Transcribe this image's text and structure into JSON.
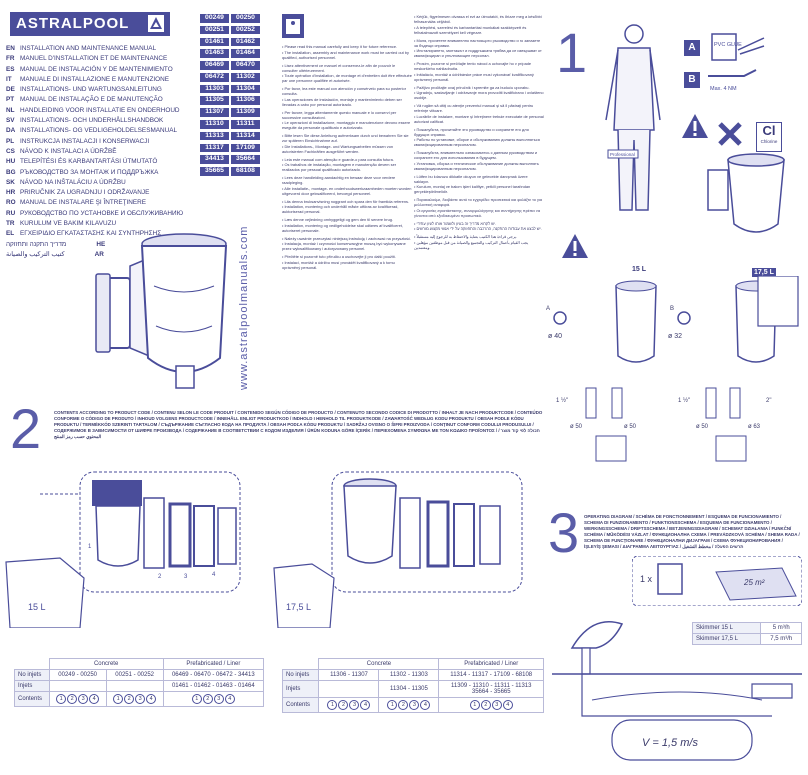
{
  "brand": "ASTRALPOOL",
  "languages": [
    {
      "code": "EN",
      "title": "INSTALLATION AND MAINTENANCE MANUAL"
    },
    {
      "code": "FR",
      "title": "MANUEL D'INSTALLATION ET DE MAINTENANCE"
    },
    {
      "code": "ES",
      "title": "MANUAL DE INSTALACIÓN Y DE MANTENIMIENTO"
    },
    {
      "code": "IT",
      "title": "MANUALE DI INSTALLAZIONE E MANUTENZIONE"
    },
    {
      "code": "DE",
      "title": "INSTALLATIONS- UND WARTUNGSANLEITUNG"
    },
    {
      "code": "PT",
      "title": "MANUAL DE INSTALAÇÃO E DE MANUTENÇÃO"
    },
    {
      "code": "NL",
      "title": "HANDLEIDING VOOR INSTALLATIE EN ONDERHOUD"
    },
    {
      "code": "SV",
      "title": "INSTALLATIONS- OCH UNDERHÅLLSHANDBOK"
    },
    {
      "code": "DA",
      "title": "INSTALLATIONS- OG VEDLIGEHOLDELSESMANUAL"
    },
    {
      "code": "PL",
      "title": "INSTRUKCJA INSTALACJI I KONSERWACJI"
    },
    {
      "code": "CS",
      "title": "NÁVOD K INSTALACI A ÚDRŽBĚ"
    },
    {
      "code": "HU",
      "title": "TELEPÍTÉSI ÉS KARBANTARTÁSI ÚTMUTATÓ"
    },
    {
      "code": "BG",
      "title": "РЪКОВОДСТВО ЗА МОНТАЖ И ПОДДРЪЖКА"
    },
    {
      "code": "SK",
      "title": "NÁVOD NA INŠTALÁCIU A ÚDRŽBU"
    },
    {
      "code": "HR",
      "title": "PRIRUČNIK ZA UGRADNJU I ODRŽAVANJE"
    },
    {
      "code": "RO",
      "title": "MANUAL DE INSTALARE ŞI ÎNTREŢINERE"
    },
    {
      "code": "RU",
      "title": "РУКОВОДСТВО ПО УСТАНОВКЕ И ОБСЛУЖИВАНИЮ"
    },
    {
      "code": "TR",
      "title": "KURULUM VE BAKIM KILAVUZU"
    },
    {
      "code": "EL",
      "title": "ΕΓΧΕΙΡΙΔΙΟ ΕΓΚΑΤΑΣΤΑΣΗΣ ΚΑΙ ΣΥΝΤΗΡΗΣΗΣ"
    },
    {
      "code": "HE",
      "title": "מדריך התקנה ותחזוקה"
    },
    {
      "code": "AR",
      "title": "كتيب التركيب والصيانة"
    }
  ],
  "codes": [
    [
      "00249",
      "00250"
    ],
    [
      "00251",
      "00252"
    ],
    [
      "01461",
      "01462"
    ],
    [
      "01463",
      "01464"
    ],
    [
      "06469",
      "06470"
    ],
    [
      "06472",
      "11302"
    ],
    [
      "11303",
      "11304"
    ],
    [
      "11305",
      "11306"
    ],
    [
      "11307",
      "11309"
    ],
    [
      "11310",
      "11311"
    ],
    [
      "11313",
      "11314"
    ],
    [
      "11317",
      "17109"
    ],
    [
      "34413",
      "35664"
    ],
    [
      "35665",
      "68108"
    ]
  ],
  "website": "www.astralpoolmanuals.com",
  "safety_text_col1": [
    "• Please read this manual carefully and keep it for future reference.",
    "• The installation, assembly and maintenance work must be carried out by qualified, authorised personnel.",
    "• Lisez attentivement ce manuel et conservez-le afin de pouvoir le consulter ultérieurement.",
    "• Toute opération d'installation, de montage et d'entretien doit être effectuée par une personne qualifiée et autorisée.",
    "• Por favor, lea este manual con atención y consérvelo para su posterior consulta.",
    "• Las operaciones de instalación, montaje y mantenimiento deben ser llevadas a cabo por personal autorizado.",
    "• Per favore, legga attentamente questo manuale e lo conservi per successive consultazioni.",
    "• Le operazioni di installazione, montaggio e manutenzione devono essere eseguite da personale qualificato e autorizzato.",
    "• Bitte lesen Sie diese Anleitung aufmerksam durch und bewahren Sie sie zur späteren Einsichtnahme auf.",
    "• Die Installations-, Montage- und Wartungsarbeiten müssen von autorisierten Fachkräften ausgeführt werden.",
    "• Leia este manual com atenção e guarde-o para consulta futura.",
    "• Os trabalhos de instalação, montagem e manutenção devem ser realizados por pessoal qualificado autorizado.",
    "• Lees deze handleiding aandachtig en bewaar deze voor verdere raadpleging.",
    "• Alle installatie-, montage- en onderhoudswerkzaamheden moeten worden uitgevoerd door gekwalificeerd, bevoegd personeel.",
    "• Läs denna bruksanvisning noggrant och spara den för framtida referens.",
    "• Installation, montering och underhåll måste utföras av kvalificerad, auktoriserad personal.",
    "• Læs denne vejledning omhyggeligt og gem den til senere brug.",
    "• Installation, montering og vedligeholdelse skal udføres af kvalificeret, autoriseret personale.",
    "• Należy uważnie przeczytać niniejszą instrukcję i zachować na przyszłość.",
    "• Instalacja, montaż i czynności konserwacyjne muszą być wykonywane przez wykwalifikowany i autoryzowany personel.",
    "• Přečtěte si pozorně tuto příručku a uschovejte ji pro další použití.",
    "• Instalaci, montáž a údržbu musí provádět kvalifikovaný a k tomu oprávněný personál."
  ],
  "safety_text_col2": [
    "• Kérjük, figyelmesen olvassa el ezt az útmutatót, és őrizze meg a későbbi felhasználás céljából.",
    "• A telepítési, szerelési és karbantartási munkákat szakképzett és felhatalmazott személyzet kell végezze.",
    "• Моля, прочетете внимателно настоящото ръководство и го запазете за бъдещи справки.",
    "• Инсталирането, монтажът и поддръжката трябва да се извършват от квалифициран и упълномощен персонал.",
    "• Prosím, pozorne si prečítajte tento návod a uchovajte ho v prípade neskoršieho nahliadnutia.",
    "• Inštaláciu, montáž a údržbárske práce musí vykonávať kvalifikovaný oprávnený personál.",
    "• Pažljivo pročitajte ovaj priručnik i spremite ga za buduću uporabu.",
    "• Ugradnju, sastavljanje i održavanje mora provoditi kvalificirano i ovlašteno osoblje.",
    "• Vă rugăm să citiţi cu atenţie prezentul manual şi să îl păstraţi pentru referinţe viitoare.",
    "• Lucrările de instalare, montare şi întreţinere trebuie executate de personal autorizat calificat.",
    "• Пожалуйста, прочитайте это руководство и сохраните его для будущих справок.",
    "• Работы по установке, сборке и обслуживанию должны выполняться квалифицированным персоналом.",
    "• Пожалуйста, внимательно ознакомьтесь с данным руководством и сохраните его для использования в будущем.",
    "• Установка, сборка и техническое обслуживание должны выполнять квалифицированным персоналом.",
    "• Lütfen bu kılavuzu dikkatle okuyun ve gelecekte danışmak üzere saklayın.",
    "• Kurulum, montaj ve bakım işleri kalifiye, yetkili personel tarafından gerçekleştirilmelidir.",
    "• Παρακαλούμε, διαβάστε αυτό το εγχειρίδιο προσεκτικά και φυλάξτε το για μελλοντική αναφορά.",
    "• Οι εργασίες εγκατάστασης, συναρμολόγησης και συντήρησης πρέπει να γίνονται από εξειδικευμένο προσωπικό.",
    "• יש לקרוא מדריך זה בעיון ולשמור אותו לעיון עתידי.",
    "• יש לבצע את עבודות ההתקנה, ההרכבה והתחזוקה על ידי אנשי מקצוע מורשים.",
    "• يرجى قراءة هذا الكتيب بعناية والاحتفاظ به للرجوع إليه مستقبلاً.",
    "• يجب القيام بأعمال التركيب والتجميع والصيانة من قبل موظفين مؤهلين ومعتمدين."
  ],
  "section1": {
    "num": "1",
    "badge_a": "A",
    "badge_b": "B",
    "glue_label": "PVC GLUE",
    "max_label": "Max. 4 NM",
    "cl_label": "Cl",
    "chlorine_label": "Chlorine",
    "professional_label": "Professional",
    "size_15": "15 L",
    "size_175": "17,5 L",
    "d40": "ø 40",
    "d32": "ø 32",
    "a_label": "A",
    "b_label": "B",
    "thread_15": "1 ½\"",
    "thread_175a": "1 ½\"",
    "thread_175b": "2\"",
    "d50a": "ø 50",
    "d50b": "ø 50",
    "d50c": "ø 50",
    "d63": "ø 63"
  },
  "section2": {
    "num": "2",
    "header": "CONTENTS ACCORDING TO PRODUCT CODE / CONTENU SELON LE CODE PRODUIT / CONTENIDO SEGÚN CÓDIGO DE PRODUCTO / CONTENUTO SECONDO CODICE DI PRODOTTO / INHALT JE NACH PRODUKTCODE / CONTEÚDO CONFORME O CÓDIGO DE PRODUTO / INHOUD VOLGENS PRODUCTCODE / INNEHÅLL ENLIGT PRODUKTKOD / INDHOLD I HENHOLD TIL PRODUKTKODE / ZAWARTOŚĆ WEDŁUG KODU PRODUKTU / OBSAH PODLE KÓDU PRODUKTU / TERMÉKKÓD SZERINTI TARTALOM / СЪДЪРЖАНИЕ СЪГЛАСНО КОДА НА ПРОДУКТА / OBSAH PODĽA KÓDU PRODUKTU / SADRŽAJ OVISNO O ŠIFRI PROIZVODA / CONȚINUT CONFORM CODULUI PRODUSULUI / СОДЕРЖИМОЕ В ЗАВИСИМОСТИ ОТ ШИФРЕ ПРОИЗВОДА / СОДЕРЖАНИЕ В СООТВЕТСТВИИ С КОДОМ ИЗДЕЛИЯ / ÜRÜN KODUNA GÖRE İÇERİK / ΠΕΡΙΕΧΟΜΕΝΑ ΣΥΜΦΩΝΑ ΜΕ ΤΟΝ ΚΩΔΙΚΟ ΠΡΟΪΟΝΤΟΣ / תכולה לפי קוד מוצר / المحتوي حسب رمز المنتج",
    "box_15": "15 L",
    "box_175": "17,5 L",
    "parts": [
      "1",
      "2",
      "3",
      "4"
    ],
    "table1": {
      "col_concrete": "Concrete",
      "col_prefab": "Prefabricated / Liner",
      "row_no_injets": "No injets",
      "row_injets": "Injets",
      "row_contents": "Contents",
      "no_injets_concrete_a": "00249 - 00250",
      "no_injets_concrete_b": "00251 - 00252",
      "no_injets_prefab": "06469 - 06470 - 06472 - 34413",
      "injets_prefab": "01461 - 01462 - 01463 - 01464",
      "contents_concrete_a": [
        "1",
        "2",
        "3",
        "4"
      ],
      "contents_concrete_b": [
        "1",
        "2",
        "3",
        "4"
      ],
      "contents_prefab": [
        "1",
        "2",
        "3",
        "4"
      ]
    },
    "table2": {
      "col_concrete": "Concrete",
      "col_prefab": "Prefabricated / Liner",
      "row_no_injets": "No injets",
      "row_injets": "Injets",
      "row_contents": "Contents",
      "no_injets_concrete_a": "11306 - 11307",
      "no_injets_concrete_b": "11302 - 11303",
      "no_injets_prefab": "11314 - 11317 - 17109 - 68108",
      "injets_concrete_b": "11304 - 11305",
      "injets_prefab_a": "11309 - 11310 - 11311 - 11313",
      "injets_prefab_b": "35664 - 35665",
      "contents_concrete_a": [
        "1",
        "2",
        "3",
        "4"
      ],
      "contents_concrete_b": [
        "1",
        "2",
        "3",
        "4"
      ],
      "contents_prefab": [
        "1",
        "2",
        "3",
        "4"
      ]
    }
  },
  "section3": {
    "num": "3",
    "header": "OPERATING DIAGRAM / SCHÉMA DE FONCTIONNEMENT / ESQUEMA DE FUNCIONAMIENTO / SCHEMA DI FUNZIONAMENTO / FUNKTIONSSCHEMA / ESQUEMA DE FUNCIONAMENTO / WERKINGSSCHEMA / DRIFTSSCHEMA / BETJENINGSDIAGRAM / SCHEMAT DZIAŁANIA / FUNKČNÍ SCHÉMA / MŰKÖDÉSI VÁZLAT / ФУНКЦИОНАЛНА СХЕМА / PREVÁDZKOVÁ SCHÉMA / SHEMA RADA / SCHEMA DE FUNCȚIONARE / ФУНКЦИОНАЛНИ ДИЈАГРАМ / СХЕМА ФУНКЦИОНИРОВАНИЯ / İŞLEYİŞ ŞEMASI / ΔΙΑΓΡΑΜΜΑ ΛΕΙΤΟΥΡΓΙΑΣ / תרשים הפעלה / مخطط التشغيل",
    "multiplier": "1 x",
    "area": "25 m²",
    "flow_rows": [
      {
        "model": "Skimmer 15 L",
        "flow": "5 m³/h"
      },
      {
        "model": "Skimmer 17,5 L",
        "flow": "7,5 m³/h"
      }
    ],
    "velocity": "V = 1,5 m/s"
  }
}
